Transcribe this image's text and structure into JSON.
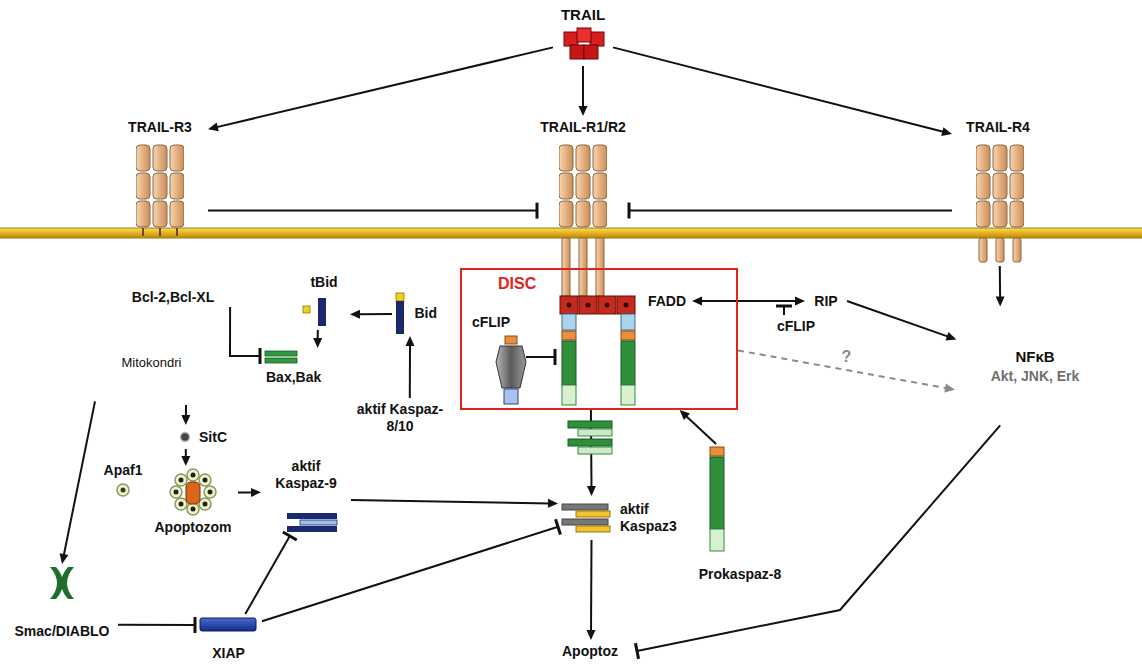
{
  "diagram": {
    "nodes": [
      {
        "text": [
          "TRAIL"
        ]
      },
      {
        "text": [
          "TRAIL-R3"
        ]
      },
      {
        "text": [
          "TRAIL-R1/R2"
        ]
      },
      {
        "text": [
          "TRAIL-R4"
        ]
      },
      {
        "text": [
          "DISC"
        ]
      },
      {
        "text": [
          "cFLIP"
        ],
        "in": 4
      },
      {
        "text": [
          "FADD"
        ],
        "in": 4
      },
      {
        "text": [
          "Prokaspaz-8"
        ]
      },
      {
        "text": [
          "RIP"
        ]
      },
      {
        "text": [
          "cFLIP"
        ]
      },
      {
        "text": [
          "NFκB",
          "Akt, JNK, Erk"
        ]
      },
      {
        "text": [
          "Bcl-2,Bcl-XL"
        ]
      },
      {
        "text": [
          "Mitokondri"
        ]
      },
      {
        "text": [
          "Bax,Bak"
        ]
      },
      {
        "text": [
          "tBid"
        ]
      },
      {
        "text": [
          "Bid"
        ]
      },
      {
        "text": [
          "aktif Kaspaz-8/10"
        ]
      },
      {
        "text": [
          "SitC"
        ]
      },
      {
        "text": [
          "Apaf1"
        ]
      },
      {
        "text": [
          "Apoptozom"
        ]
      },
      {
        "text": [
          "aktif Kaspaz-9"
        ]
      },
      {
        "text": [
          "aktif Kaspaz3"
        ]
      },
      {
        "text": [
          "Smac/DIABLO"
        ]
      },
      {
        "text": [
          "XIAP"
        ]
      },
      {
        "text": [
          "Apoptoz"
        ]
      }
    ],
    "edges": [
      {
        "from": 0,
        "to": 1,
        "arrow": "to"
      },
      {
        "from": 0,
        "to": 2,
        "arrow": "to"
      },
      {
        "from": 0,
        "to": 3,
        "arrow": "to"
      },
      {
        "from": 1,
        "to": 2,
        "arrow": "to"
      },
      {
        "from": 3,
        "to": 2,
        "arrow": "to"
      },
      {
        "from": 6,
        "to": 8,
        "arrow": "both"
      },
      {
        "from": 7,
        "to": 4,
        "arrow": "to"
      },
      {
        "from": 4,
        "to": 21,
        "arrow": "to"
      },
      {
        "from": 4,
        "to": 10,
        "label": "?",
        "arrow": "to"
      },
      {
        "from": 8,
        "to": 10,
        "arrow": "to"
      },
      {
        "from": 3,
        "to": 10,
        "arrow": "to"
      },
      {
        "from": 10,
        "to": 24,
        "arrow": "to"
      },
      {
        "from": 16,
        "to": 15,
        "arrow": "to"
      },
      {
        "from": 15,
        "to": 14,
        "arrow": "to"
      },
      {
        "from": 14,
        "to": 13,
        "arrow": "to"
      },
      {
        "from": 11,
        "to": 13,
        "arrow": "to"
      },
      {
        "from": 12,
        "to": 17,
        "arrow": "to"
      },
      {
        "from": 17,
        "to": 19,
        "arrow": "to"
      },
      {
        "from": 19,
        "to": 20,
        "arrow": "to"
      },
      {
        "from": 20,
        "to": 21,
        "arrow": "to"
      },
      {
        "from": 12,
        "to": 22,
        "arrow": "to"
      },
      {
        "from": 22,
        "to": 23,
        "arrow": "to"
      },
      {
        "from": 23,
        "to": 20,
        "arrow": "to"
      },
      {
        "from": 23,
        "to": 21,
        "arrow": "to"
      },
      {
        "from": 21,
        "to": 24,
        "arrow": "to"
      }
    ]
  }
}
